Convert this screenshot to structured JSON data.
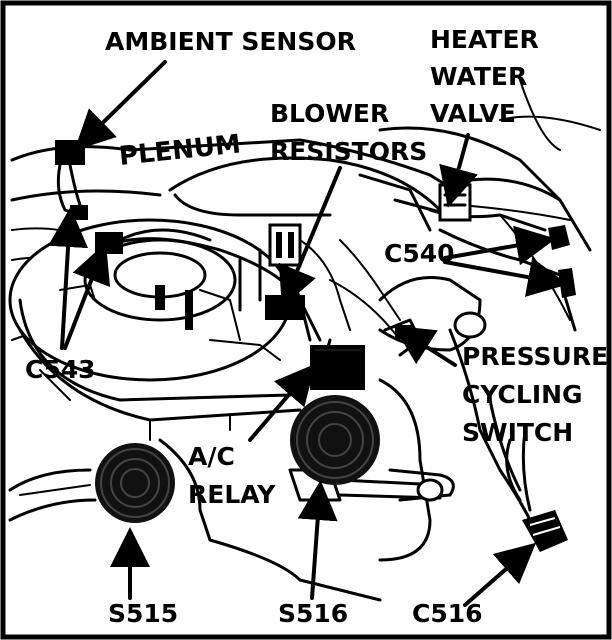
{
  "labels": {
    "ambient_sensor": "AMBIENT SENSOR",
    "heater_line1": "HEATER",
    "heater_line2": "WATER",
    "heater_line3": "VALVE",
    "blower_line1": "BLOWER",
    "blower_line2": "RESISTORS",
    "plenum": "PLENUM",
    "c540": "C540",
    "c543": "C543",
    "pressure_line1": "PRESSURE",
    "pressure_line2": "CYCLING",
    "pressure_line3": "SWITCH",
    "ac_line1": "A/C",
    "ac_line2": "RELAY",
    "s515": "S515",
    "s516": "S516",
    "c516": "C516"
  }
}
